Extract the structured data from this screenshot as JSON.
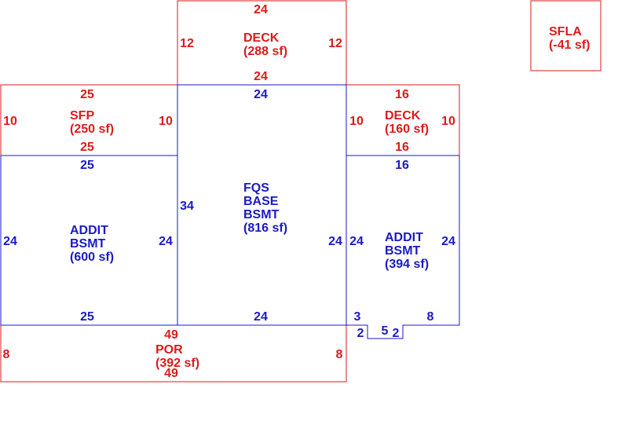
{
  "colors": {
    "red": "#dd1a1a",
    "blue": "#1a1ac4"
  },
  "areas": {
    "deck_top": {
      "name": "DECK",
      "area": "(288 sf)",
      "dims": {
        "top": "24",
        "bottom": "24",
        "left": "12",
        "right": "12"
      }
    },
    "sfla": {
      "name": "SFLA",
      "area": "(-41 sf)"
    },
    "sfp": {
      "name": "SFP",
      "area": "(250 sf)",
      "dims": {
        "top": "25",
        "bottom": "25",
        "left": "10",
        "right": "10"
      }
    },
    "deck_right": {
      "name": "DECK",
      "area": "(160 sf)",
      "dims": {
        "top": "16",
        "bottom": "16",
        "left": "10",
        "right": "10"
      }
    },
    "addit_left": {
      "line1": "ADDIT",
      "line2": "BSMT",
      "area": "(600 sf)",
      "dims": {
        "top": "25",
        "bottom": "25",
        "left": "24",
        "right": "24"
      }
    },
    "fqs": {
      "line1": "FQS",
      "line2": "BASE",
      "line3": "BSMT",
      "area": "(816 sf)",
      "dims": {
        "top": "24",
        "bottom": "24",
        "left": "34",
        "right": "24"
      }
    },
    "addit_right": {
      "line1": "ADDIT",
      "line2": "BSMT",
      "area": "(394 sf)",
      "dims": {
        "top": "16",
        "left": "24",
        "right": "24",
        "bottom_left": "3",
        "bottom_right": "8",
        "notch_left": "2",
        "notch_bottom": "5",
        "notch_right": "2"
      }
    },
    "por": {
      "name": "POR",
      "area": "(392 sf)",
      "dims": {
        "top": "49",
        "bottom": "49",
        "left": "8",
        "right": "8"
      }
    }
  }
}
